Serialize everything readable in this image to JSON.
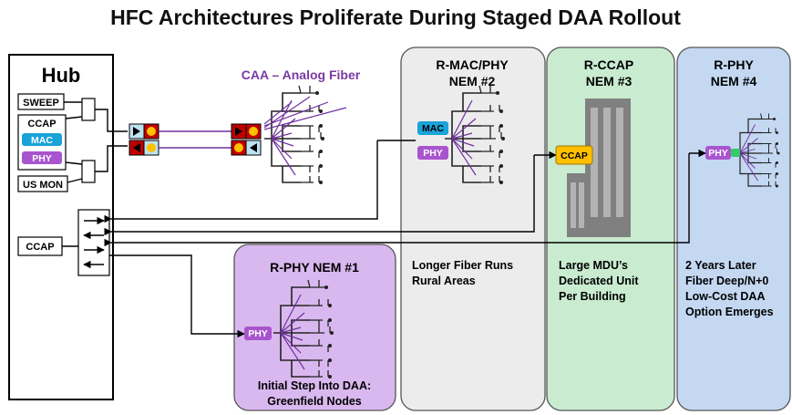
{
  "title": "HFC Architectures Proliferate During Staged DAA Rollout",
  "hub": {
    "title": "Hub",
    "sweep": "SWEEP",
    "ccap_group": "CCAP",
    "mac": "MAC",
    "phy": "PHY",
    "us_mon": "US MON",
    "ccap_bottom": "CCAP"
  },
  "caa": {
    "label": "CAA – Analog Fiber"
  },
  "panels": {
    "rphy1": {
      "title": "R-PHY NEM #1",
      "chip": "PHY",
      "note_line1": "Initial Step Into DAA:",
      "note_line2": "Greenfield Nodes"
    },
    "rmac": {
      "title_line1": "R-MAC/PHY",
      "title_line2": "NEM #2",
      "chip_mac": "MAC",
      "chip_phy": "PHY",
      "note_line1": "Longer Fiber Runs",
      "note_line2": "Rural Areas"
    },
    "rccap": {
      "title_line1": "R-CCAP",
      "title_line2": "NEM #3",
      "chip": "CCAP",
      "note_line1": "Large MDU’s",
      "note_line2": "Dedicated Unit",
      "note_line3": "Per Building"
    },
    "rphy4": {
      "title_line1": "R-PHY",
      "title_line2": "NEM #4",
      "chip": "PHY",
      "note_line1": "2 Years Later",
      "note_line2": "Fiber Deep/N+0",
      "note_line3": "Low-Cost DAA",
      "note_line4": "Option Emerges"
    }
  },
  "colors": {
    "panel_grey": "#ececec",
    "panel_green": "#c9ecd0",
    "panel_blue": "#c4d8f2",
    "panel_purple": "#d9b8ef",
    "mac_chip": "#19a3d8",
    "phy_chip": "#a854cf",
    "ccap_chip": "#ffc000",
    "caa_purple": "#7030a0"
  }
}
